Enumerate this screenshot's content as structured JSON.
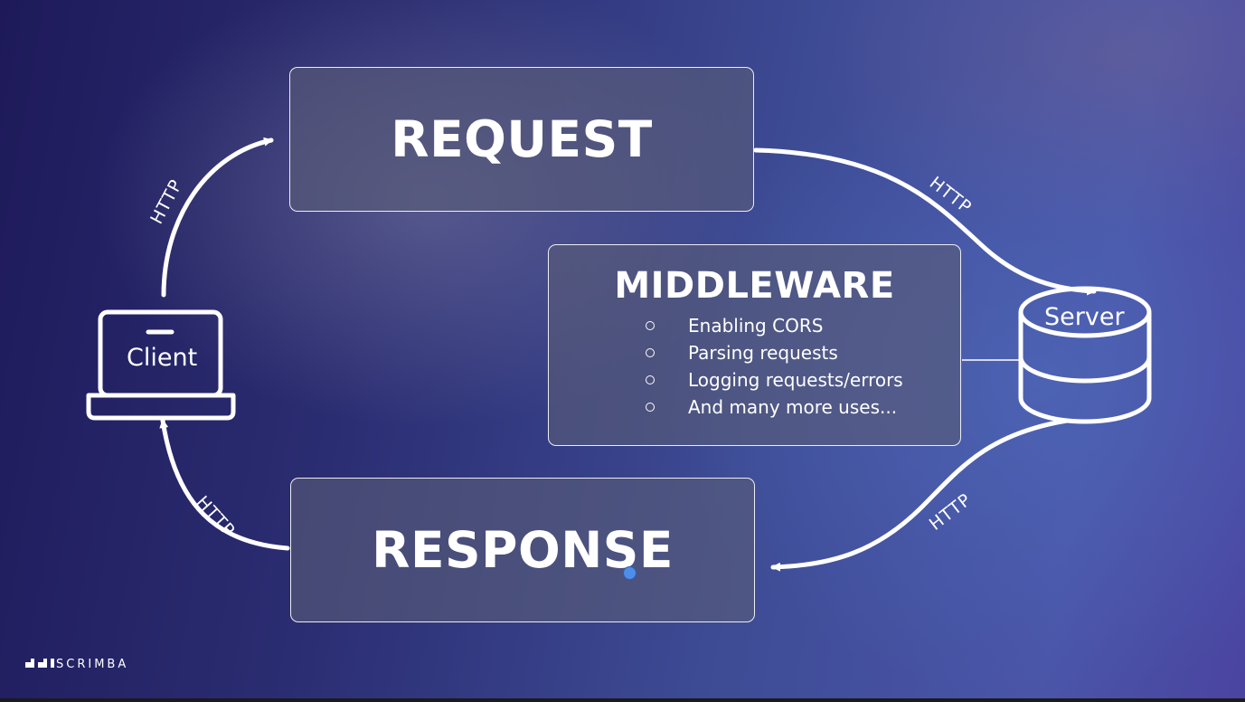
{
  "diagram": {
    "request_title": "REQUEST",
    "response_title": "RESPONSE",
    "middleware": {
      "title": "MIDDLEWARE",
      "uses": [
        "Enabling CORS",
        "Parsing requests",
        "Logging requests/errors",
        "And many more uses..."
      ]
    },
    "client_label": "Client",
    "server_label": "Server",
    "edges": [
      {
        "label": "HTTP",
        "from": "Client",
        "to": "REQUEST"
      },
      {
        "label": "HTTP",
        "from": "REQUEST",
        "to": "Server"
      },
      {
        "label": "HTTP",
        "from": "Server",
        "to": "RESPONSE"
      },
      {
        "label": "HTTP",
        "from": "RESPONSE",
        "to": "Client"
      }
    ]
  },
  "brand": {
    "name": "SCRIMBA"
  },
  "colors": {
    "background_dark": "#1e1a5a",
    "background_light": "#4a55a8",
    "box_fill": "#585c78",
    "stroke": "#ffffff",
    "cursor_dot": "#4f8ee8"
  }
}
